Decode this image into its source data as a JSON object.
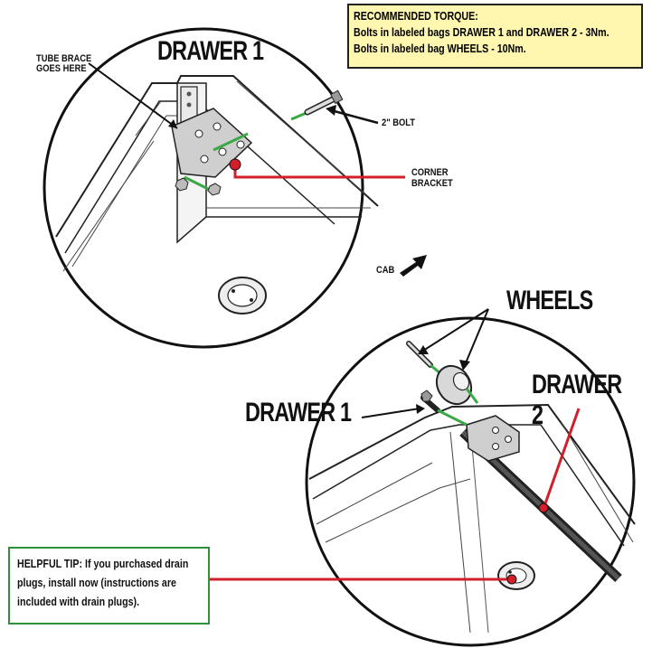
{
  "torque": {
    "title": "RECOMMENDED TORQUE:",
    "line1": "Bolts in labeled bags DRAWER 1 and DRAWER 2 - 3Nm.",
    "line2": "Bolts in labeled bag WHEELS - 10Nm."
  },
  "top_detail": {
    "drawer_label": "DRAWER 1",
    "tube_brace_line1": "TUBE BRACE",
    "tube_brace_line2": "GOES HERE",
    "bolt_label": "2\" BOLT",
    "bracket_line1": "CORNER",
    "bracket_line2": "BRACKET"
  },
  "cab_label": "CAB",
  "bottom_detail": {
    "wheels_label": "WHEELS",
    "drawer1_label": "DRAWER 1",
    "drawer2_label": "DRAWER 2"
  },
  "tip": {
    "bold": "HELPFUL TIP:",
    "line1": " If you purchased drain",
    "line2": "plugs, install now (instructions are",
    "line3": "included with drain plugs)."
  },
  "colors": {
    "leader_red": "#d21f2a",
    "bolt_green": "#3aa845",
    "tip_border": "#2f8f3a",
    "torque_fill": "#fff7b0"
  }
}
